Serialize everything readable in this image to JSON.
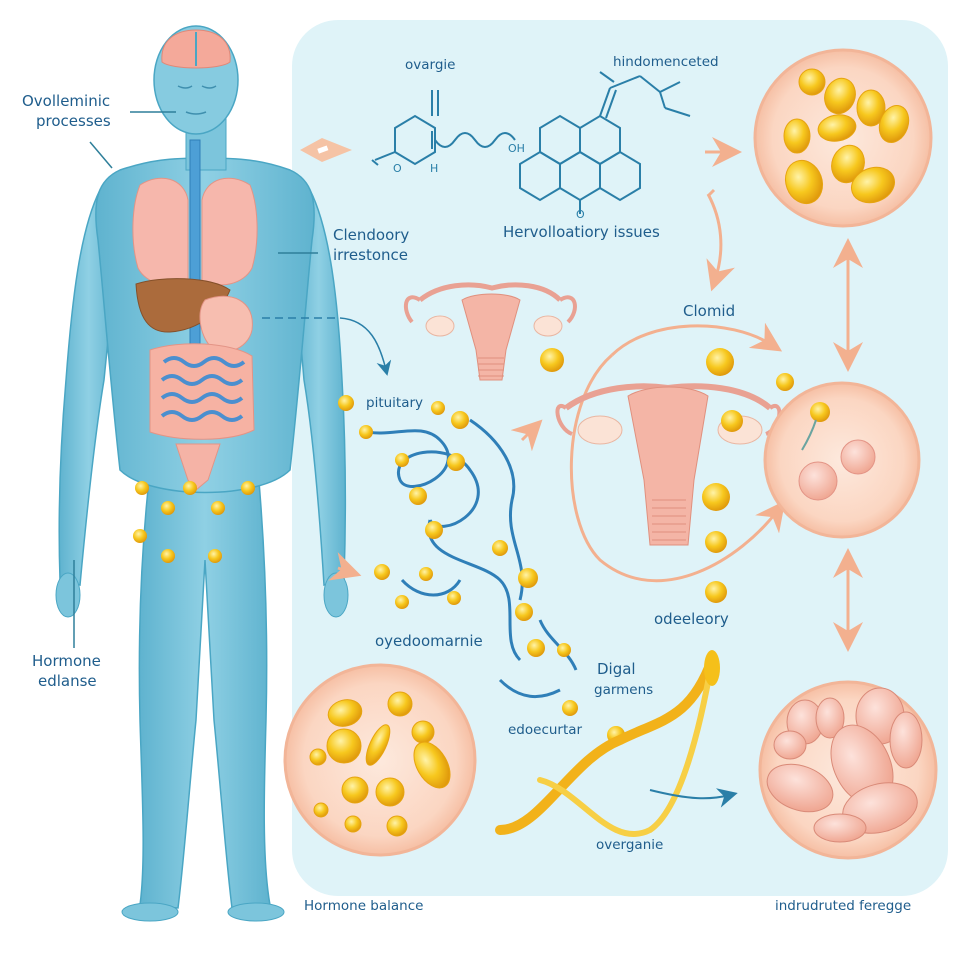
{
  "diagram": {
    "title": "Hormone balance and ovulation process (illustration)",
    "colors": {
      "panel_bg": "#dff3f8",
      "body_blue": "#7cc5dc",
      "body_outline": "#4aa6c4",
      "label_text": "#1f5d8c",
      "organ_pink": "#f4b3a8",
      "liver_brown": "#a96a3a",
      "hormone_yellow": "#f5c01a",
      "cell_peach": "#fbd9c6",
      "arrow_peach": "#f5b99a",
      "molecule_blue": "#2a7fa8"
    },
    "labels": {
      "ovollominic": "Ovolleminic",
      "processes": "processes",
      "clendoory": "Clendoory",
      "irrestonce": "irrestonce",
      "hormone_left_1": "Hormone",
      "hormone_left_2": "edlanse",
      "ovargie": "ovargie",
      "hindomenceted": "hindomenceted",
      "hervollcatory": "Hervolloatiory issues",
      "clomid": "Clomid",
      "pituitary": "pituitary",
      "odeelaory": "odeeleory",
      "oyedoomarnie": "oyedoomarnie",
      "digal": "Digal",
      "garmens": "garmens",
      "edoecurtar": "edoecurtar",
      "overganie": "overganie",
      "hormone_balance": "Hormone balance",
      "indrudruted_ferege": "indrudruted feregge"
    },
    "molecule_atoms": [
      "O",
      "H",
      "OH",
      "O"
    ],
    "components": [
      {
        "name": "human-body",
        "description": "Translucent blue human figure with brain, lungs, liver, stomach, intestines, uterus and hormone dots"
      },
      {
        "name": "molecule-structure",
        "description": "Chemical structural formula (Clomid)"
      },
      {
        "name": "uterus-small",
        "description": "Uterus and ovaries illustration"
      },
      {
        "name": "uterus-large",
        "description": "Larger uterus inside circular arrow cycle"
      },
      {
        "name": "hormone-pathway",
        "description": "Blue tubular pathway with yellow hormone spheres"
      },
      {
        "name": "cell-follicles",
        "description": "Circle with yellow oval follicles (top-right)"
      },
      {
        "name": "cell-egg",
        "description": "Circle with two nuclei and sperm (right-middle)"
      },
      {
        "name": "cell-cluster",
        "description": "Circle with pink cell cluster (bottom-right)"
      },
      {
        "name": "cell-hormones",
        "description": "Circle with yellow hormone droplets (bottom-left)"
      },
      {
        "name": "dna-helix",
        "description": "Golden twisted helix with arrow"
      }
    ]
  }
}
